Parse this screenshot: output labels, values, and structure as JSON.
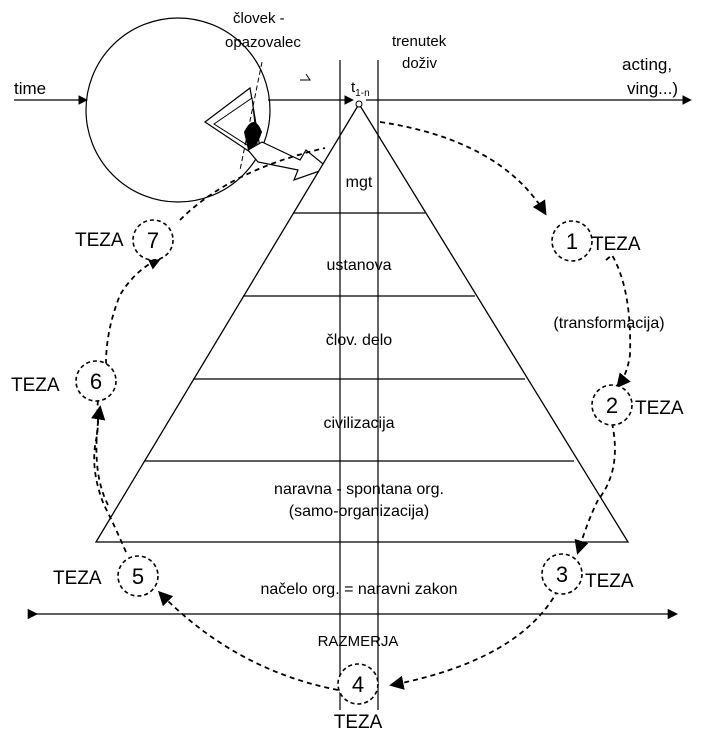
{
  "observer": {
    "line1": "človek -",
    "line2": "opazovalec"
  },
  "moment": {
    "line1": "trenutek",
    "line2": "doživ",
    "t_main": "t",
    "t_sub": "1-n"
  },
  "axis": {
    "time": "time",
    "right1": "acting,",
    "right2": "ving...)"
  },
  "pyramid": {
    "levels": [
      "mgt",
      "ustanova",
      "člov. delo",
      "civilizacija"
    ],
    "base_line1": "naravna - spontana org.",
    "base_line2": "(samo-organizacija)"
  },
  "principle": "načelo org. = naravni zakon",
  "relation": "RAZMERJA",
  "transformation": "(transformacija)",
  "theses": [
    {
      "num": "1",
      "label": "TEZA"
    },
    {
      "num": "2",
      "label": "TEZA"
    },
    {
      "num": "3",
      "label": "TEZA"
    },
    {
      "num": "4",
      "label": "TEZA"
    },
    {
      "num": "5",
      "label": "TEZA"
    },
    {
      "num": "6",
      "label": "TEZA"
    },
    {
      "num": "7",
      "label": "TEZA"
    }
  ]
}
